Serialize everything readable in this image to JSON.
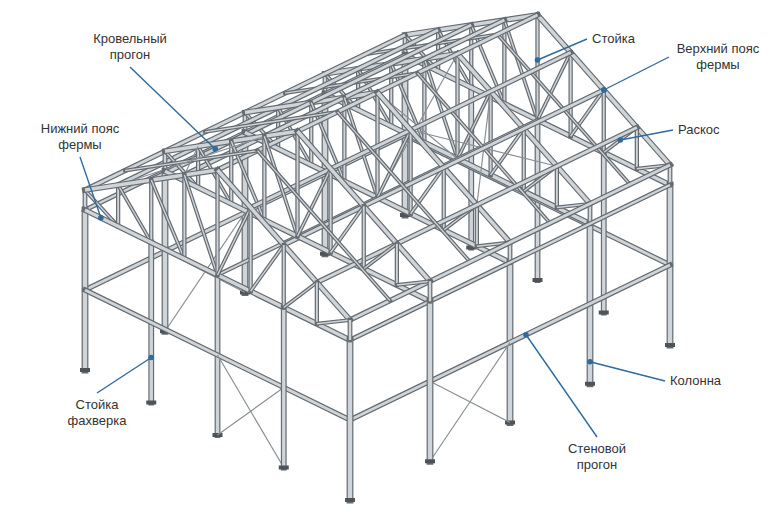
{
  "diagram": {
    "labels": [
      "Кровельный прогон",
      "Нижний пояс фермы",
      "Стойка",
      "Верхний пояс фермы",
      "Раскос",
      "Стойка фахверка",
      "Колонна",
      "Стеновой прогон"
    ]
  }
}
